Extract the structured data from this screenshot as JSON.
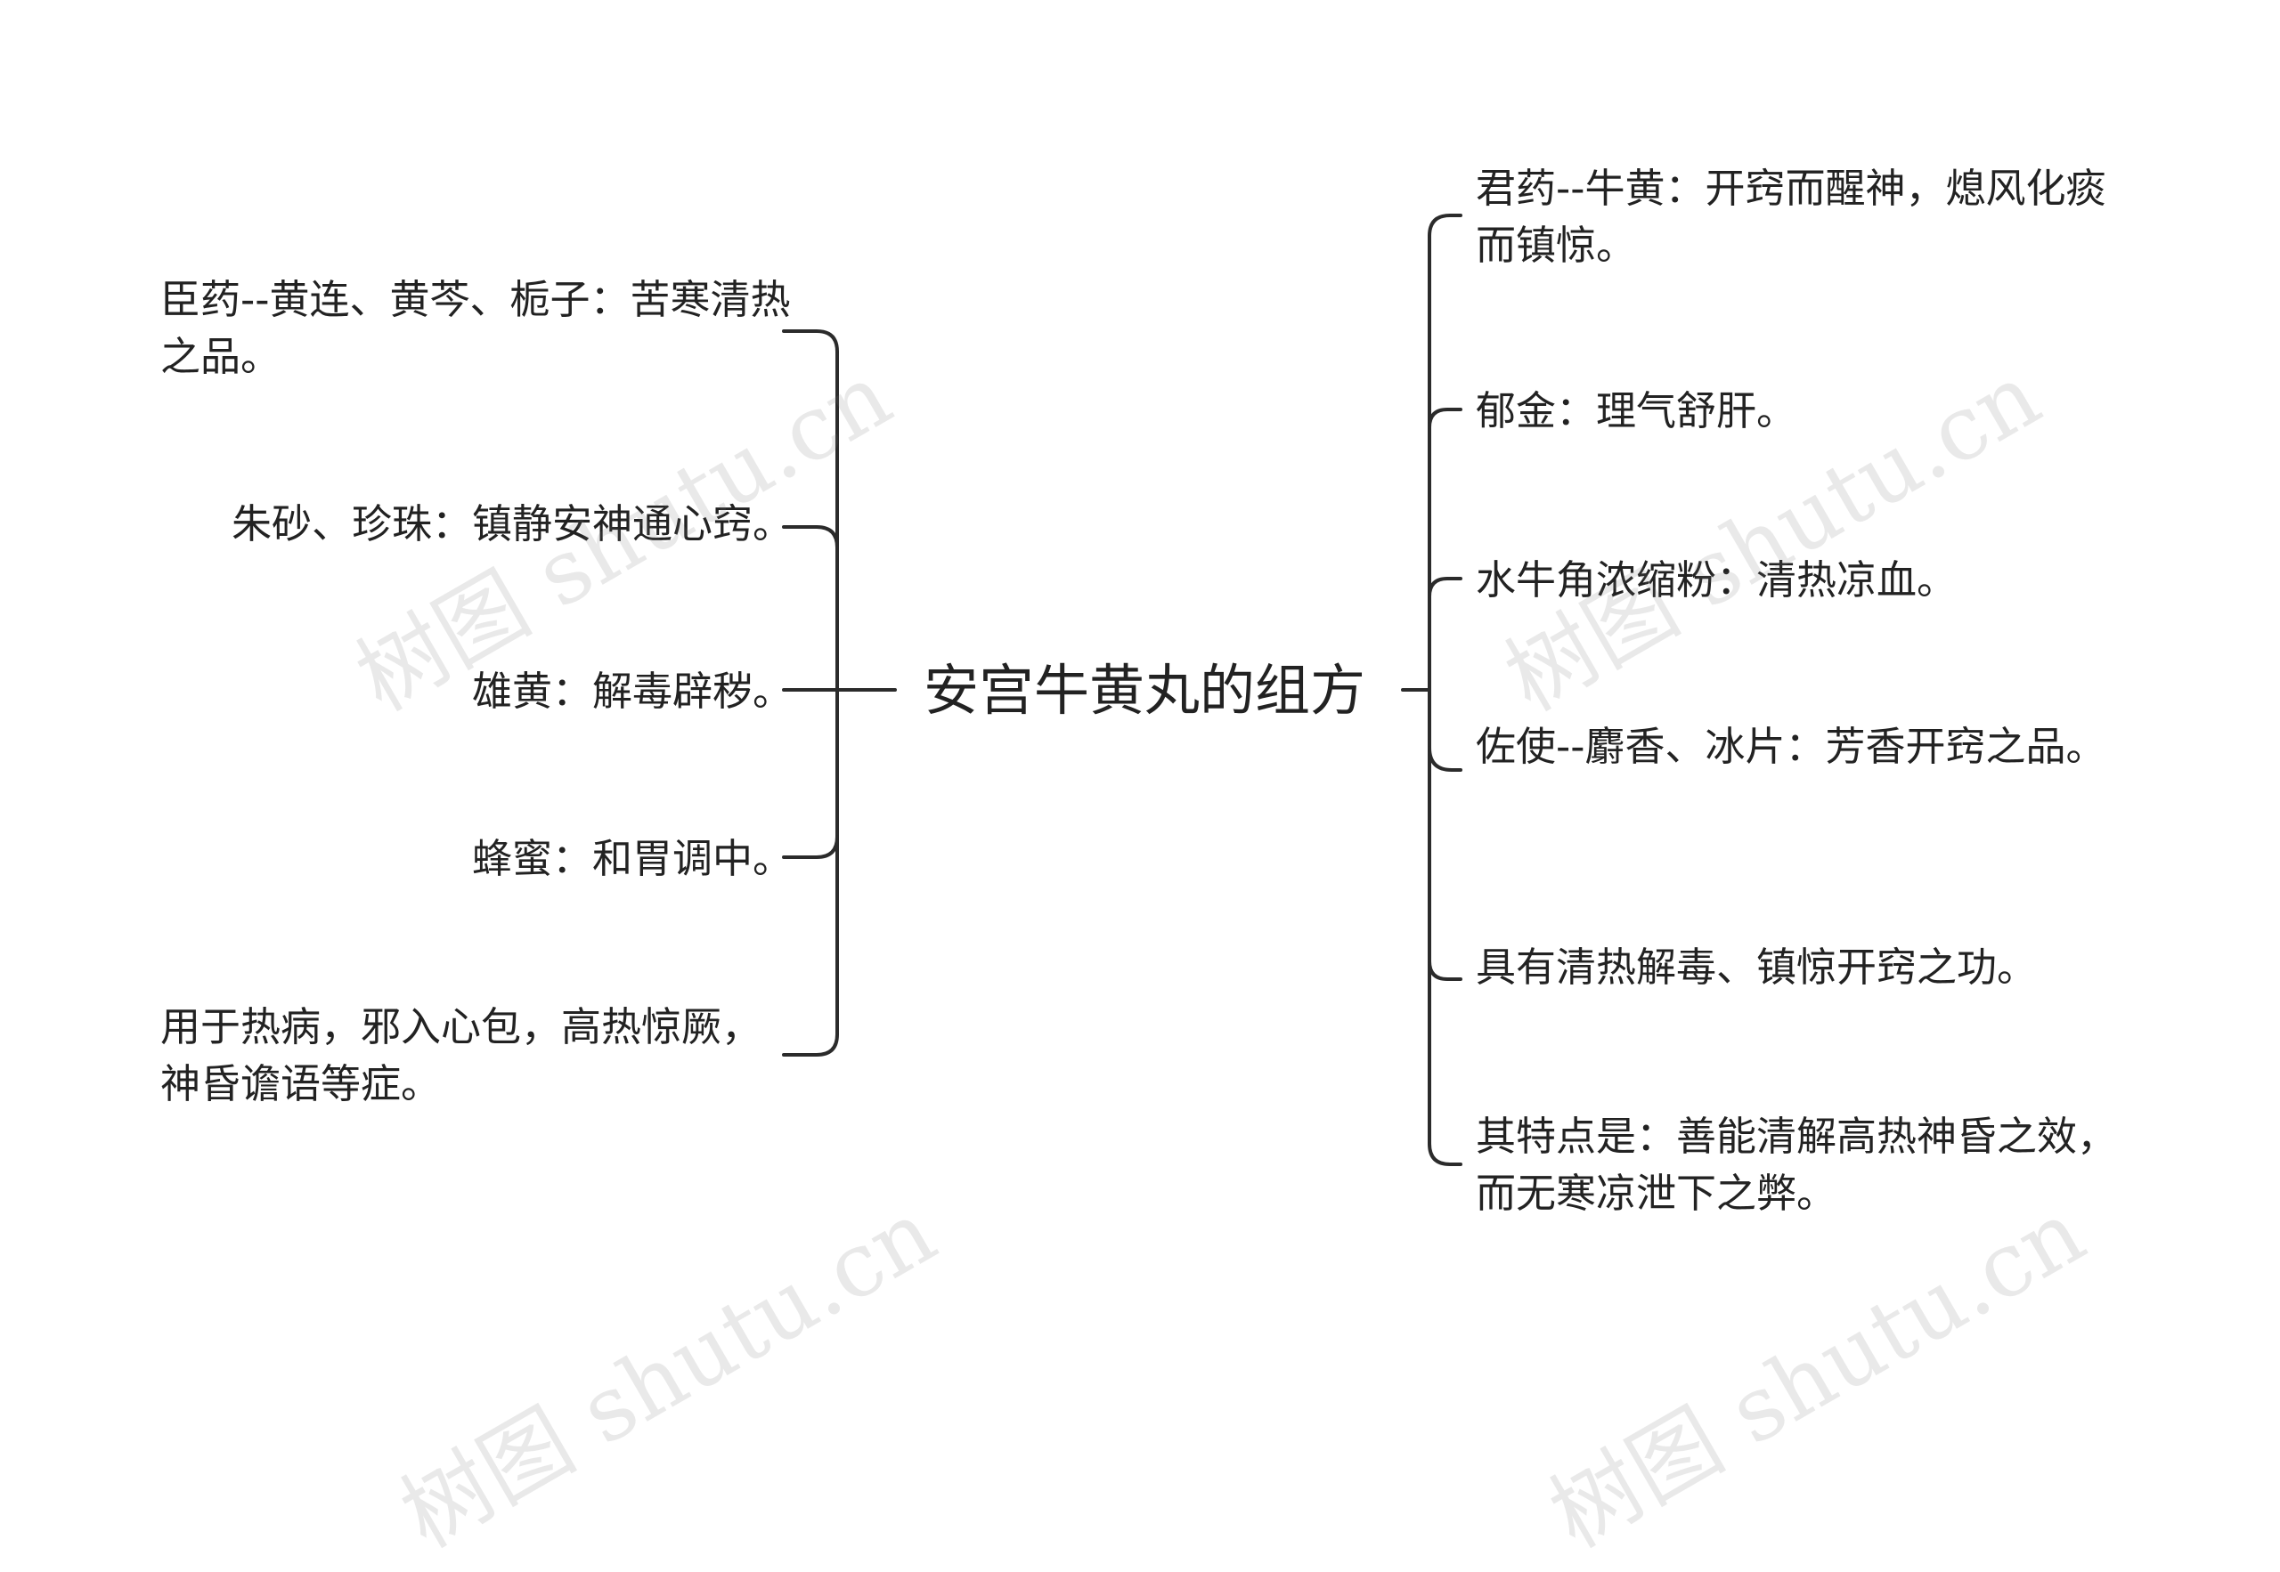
{
  "title": "安宫牛黄丸的组方",
  "left_branches": [
    {
      "text": "臣药--黄连、黄芩、栀子：苦寒清热之品。"
    },
    {
      "text": "朱砂、珍珠：镇静安神通心窍。"
    },
    {
      "text": "雄黄：解毒辟秽。"
    },
    {
      "text": "蜂蜜：和胃调中。"
    },
    {
      "text": "用于热病，邪入心包，高热惊厥，神昏谵语等症。"
    }
  ],
  "right_branches": [
    {
      "text": "君药--牛黄：开窍而醒神，熄风化痰而镇惊。"
    },
    {
      "text": "郁金：理气舒肝。"
    },
    {
      "text": "水牛角浓缩粉：清热凉血。"
    },
    {
      "text": "佐使--麝香、冰片：芳香开窍之品。"
    },
    {
      "text": "具有清热解毒、镇惊开窍之功。"
    },
    {
      "text": "其特点是：善能清解高热神昏之效，而无寒凉泄下之弊。"
    }
  ],
  "watermark": "树图 shutu.cn",
  "colors": {
    "line": "#2b2b2b",
    "text": "#222222",
    "watermark": "#b5b5b5"
  }
}
